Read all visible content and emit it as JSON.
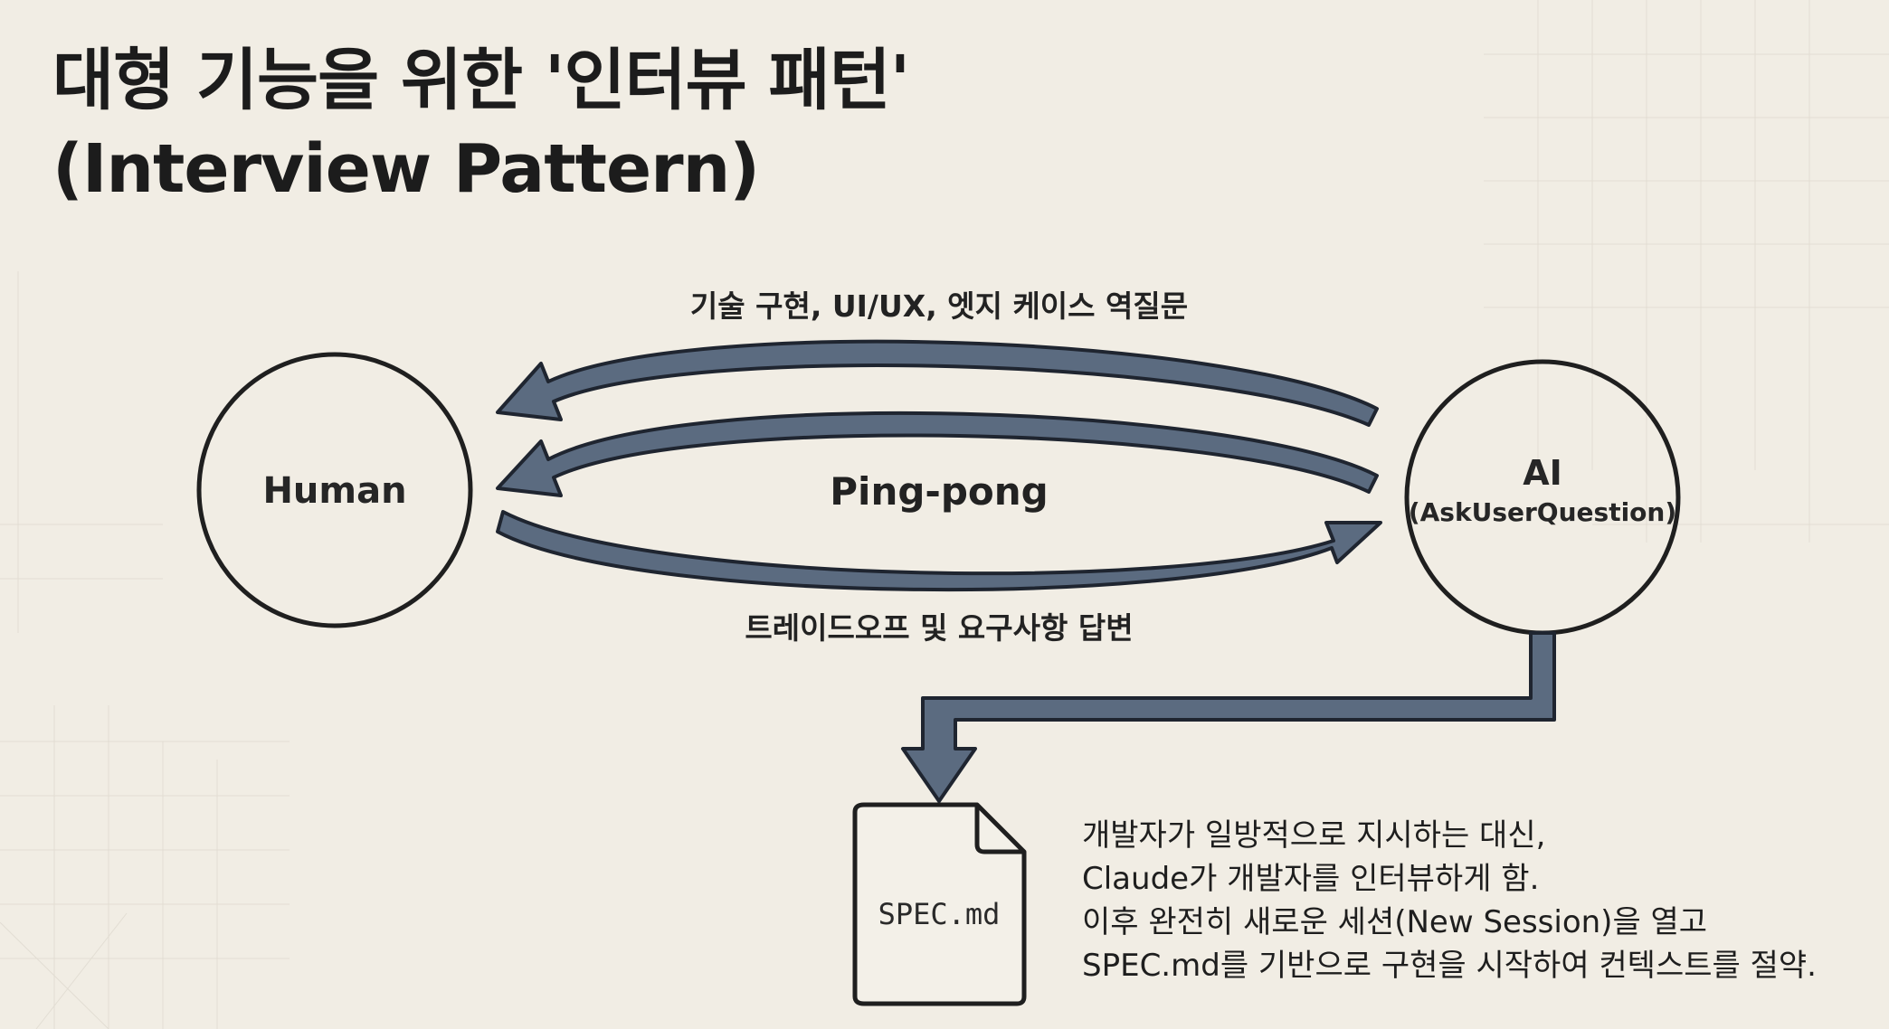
{
  "title": {
    "line1": "대형 기능을 위한 '인터뷰 패턴'",
    "line2": "(Interview Pattern)"
  },
  "nodes": {
    "human": {
      "label": "Human"
    },
    "ai": {
      "label": "AI",
      "sublabel": "(AskUserQuestion)"
    },
    "spec": {
      "label": "SPEC.md"
    }
  },
  "edges": {
    "top_label": "기술 구현, UI/UX, 엣지 케이스 역질문",
    "middle_label": "Ping-pong",
    "bottom_label": "트레이드오프 및 요구사항 답변"
  },
  "note": {
    "lines": [
      "개발자가 일방적으로 지시하는 대신,",
      "Claude가 개발자를 인터뷰하게 함.",
      "이후 완전히 새로운 세션(New Session)을 열고",
      "SPEC.md를 기반으로 구현을 시작하여 컨텍스트를 절약."
    ]
  },
  "colors": {
    "background": "#f1ede4",
    "arrow_fill": "#5b6b80",
    "arrow_stroke": "#1f2530",
    "text": "#1e1e1e"
  }
}
